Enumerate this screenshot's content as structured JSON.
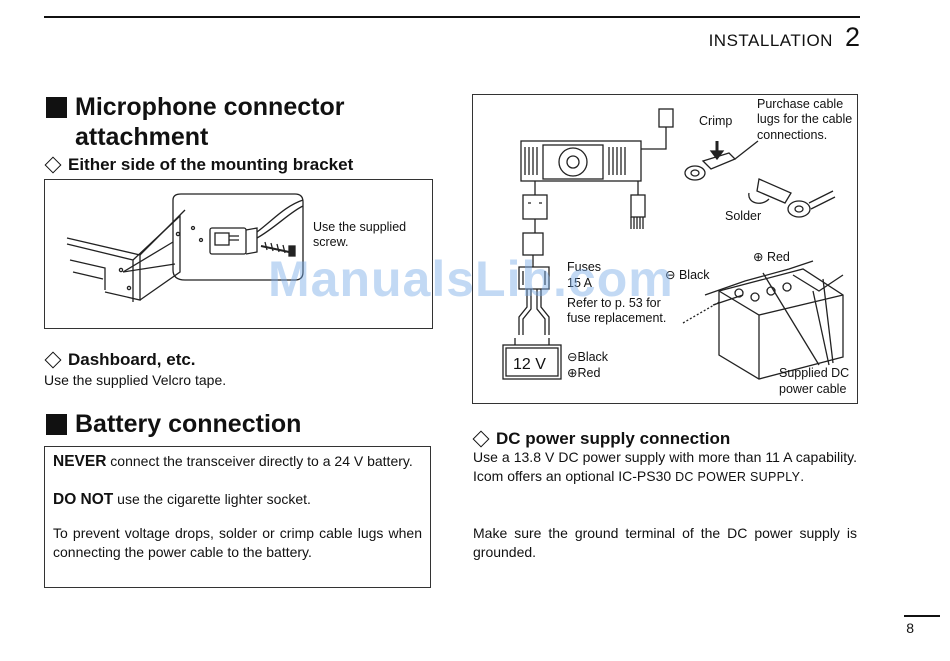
{
  "header": {
    "section": "INSTALLATION",
    "chapter": "2"
  },
  "mic": {
    "title_line1": "Microphone connector",
    "title_line2": "attachment",
    "either_side": "Either side of the mounting bracket",
    "figure_note_line1": "Use the supplied",
    "figure_note_line2": "screw.",
    "dashboard_title": "Dashboard, etc.",
    "dashboard_text": "Use the supplied Velcro tape."
  },
  "battery": {
    "title": "Battery connection",
    "never_bold": "NEVER",
    "never_text": " connect the transceiver directly to a 24 V battery.",
    "donot_bold": "DO NOT",
    "donot_text": " use the cigarette lighter socket.",
    "prevent_text": "To prevent voltage drops, solder or crimp cable lugs when connecting the power cable to the battery."
  },
  "diagram": {
    "purchase_l1": "Purchase cable",
    "purchase_l2": "lugs for the cable",
    "purchase_l3": "connections.",
    "crimp": "Crimp",
    "solder": "Solder",
    "fuses_l1": "Fuses",
    "fuses_l2": "15 A",
    "refer_l1": "Refer to  p. 53 for",
    "refer_l2": "fuse replacement.",
    "black_top": "Black",
    "red_top": "Red",
    "battery_label": "12 V",
    "black_legend": "Black",
    "red_legend": "Red",
    "supplied_l1": "Supplied DC",
    "supplied_l2": "power cable"
  },
  "dc": {
    "title": "DC power supply connection",
    "para1_a": "Use a 13.8 V DC power supply with more than 11 A capability. Icom offers an optional IC-PS30 ",
    "para1_sc": "DC POWER SUPPLY",
    "para1_end": ".",
    "para2": "Make sure the ground terminal of the DC power supply is grounded."
  },
  "watermark": "ManualsLib.com",
  "page_number": "8"
}
